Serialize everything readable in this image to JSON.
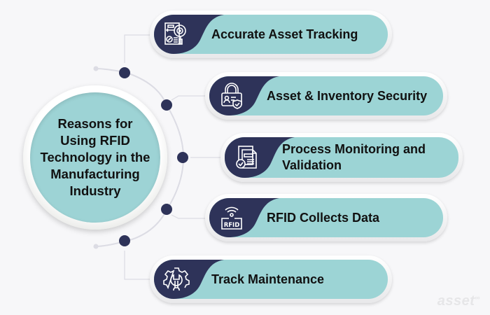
{
  "diagram": {
    "center_title": "Reasons for Using RFID Technology in the Manufacturing Industry",
    "colors": {
      "navy": "#2e3359",
      "teal": "#9cd4d5",
      "background": "#f7f7f9",
      "connector": "#e0e0e6"
    },
    "reasons": [
      {
        "label": "Accurate Asset Tracking",
        "icon": "target-document-magnifier-icon"
      },
      {
        "label": "Asset & Inventory Security",
        "icon": "padlock-id-shield-icon"
      },
      {
        "label": "Process Monitoring and Validation",
        "icon": "documents-checkmark-icon"
      },
      {
        "label": "RFID Collects Data",
        "icon": "rfid-tag-signal-icon"
      },
      {
        "label": "Track Maintenance",
        "icon": "gear-wrench-icon"
      }
    ]
  },
  "watermark": {
    "text": "asset",
    "mark": "∞"
  }
}
